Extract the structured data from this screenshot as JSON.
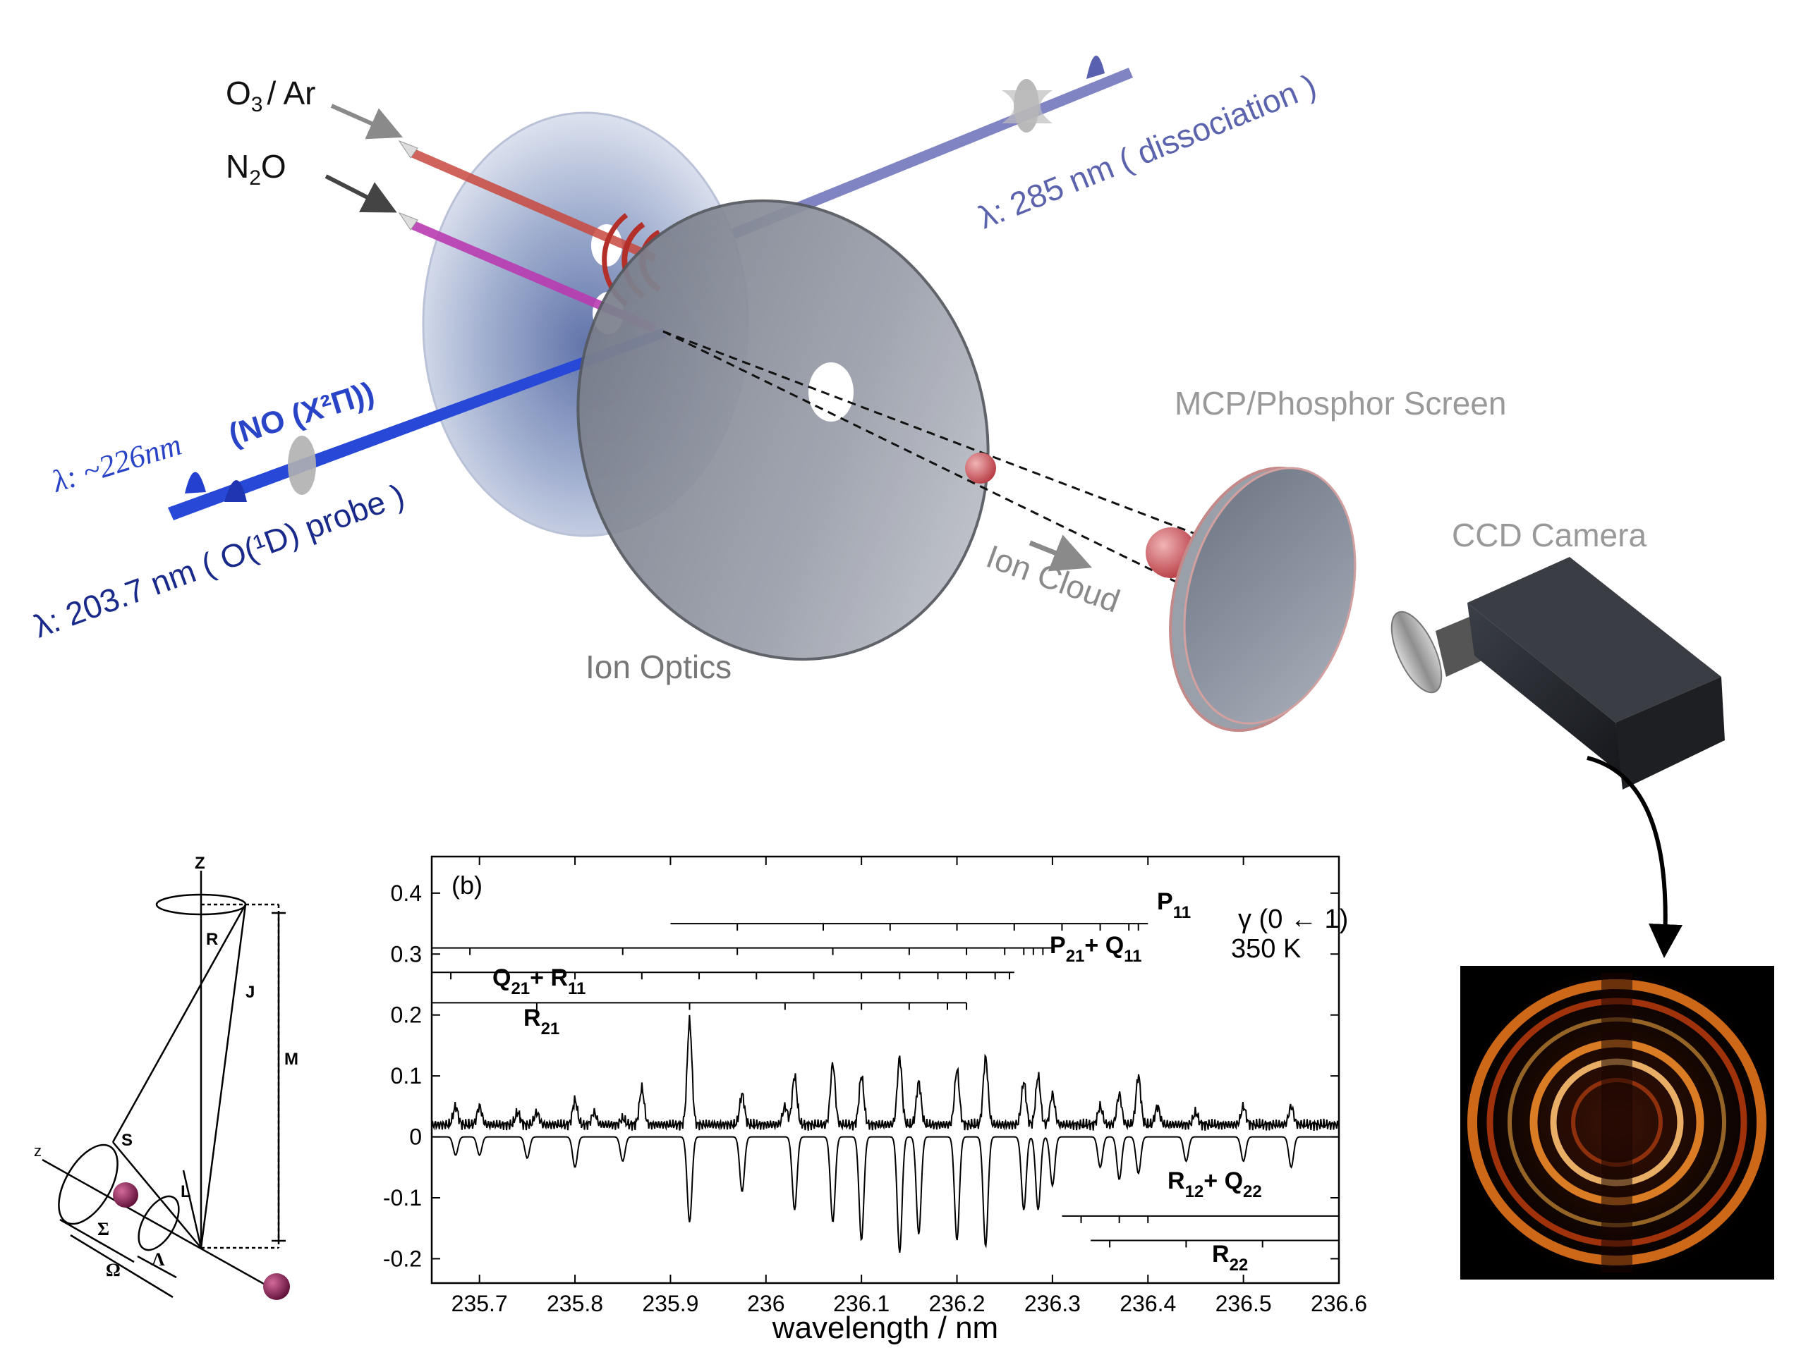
{
  "apparatus": {
    "gas_o3": {
      "main": "O",
      "sub": "3",
      "rest": "/ Ar"
    },
    "gas_n2o": {
      "main": "N",
      "sub": "2",
      "rest": "O"
    },
    "laser_diss": "λ: 285 nm ( dissociation )",
    "laser_no_prefix": "λ: ~226nm",
    "laser_no_species": "(NO (X²Π))",
    "laser_o1d": "λ: 203.7 nm ( O(¹D) probe )",
    "ion_optics": "Ion Optics",
    "ion_cloud": "Ion Cloud",
    "mcp": "MCP/Phosphor Screen",
    "ccd": "CCD Camera"
  },
  "vector_diagram": {
    "labels": [
      "Z",
      "R",
      "J",
      "M",
      "S",
      "L",
      "z",
      "Σ",
      "Ω",
      "Λ"
    ]
  },
  "chart_data": {
    "type": "line",
    "panel_label": "(b)",
    "xlabel": "wavelength / nm",
    "ylabel": "",
    "xlim": [
      235.65,
      236.6
    ],
    "ylim": [
      -0.24,
      0.46
    ],
    "x_ticks": [
      235.7,
      235.8,
      235.9,
      236,
      236.1,
      236.2,
      236.3,
      236.4,
      236.5,
      236.6
    ],
    "x_tick_labels": [
      "235.7",
      "235.8",
      "235.9",
      "236",
      "236.1",
      "236.2",
      "236.3",
      "236.4",
      "236.5",
      "236.6"
    ],
    "y_ticks": [
      0.4,
      0.3,
      0.2,
      0.1,
      0,
      -0.1,
      -0.2
    ],
    "y_tick_labels": [
      "0.4",
      "0.3",
      "0.2",
      "0.1",
      "0",
      "-0.1",
      "-0.2"
    ],
    "annotations": {
      "band": "γ (0 ← 1)",
      "temp": "350 K"
    },
    "branches": [
      {
        "base": "P",
        "sub1": "11",
        "y": 0.35,
        "x_start": 235.9,
        "x_end": 236.4,
        "ticks": [
          235.97,
          236.06,
          236.13,
          236.2,
          236.26,
          236.31,
          236.35,
          236.38,
          236.39
        ]
      },
      {
        "base": "P",
        "sub1": "21",
        "base2": "Q",
        "sub2": "11",
        "y": 0.31,
        "x_start": 235.65,
        "x_end": 236.3,
        "ticks": [
          235.69,
          235.85,
          235.97,
          236.07,
          236.15,
          236.21,
          236.25,
          236.27,
          236.28,
          236.29
        ]
      },
      {
        "base": "Q",
        "sub1": "21",
        "base2": "R",
        "sub2": "11",
        "y": 0.27,
        "x_start": 235.65,
        "x_end": 236.26,
        "ticks": [
          235.67,
          235.73,
          235.8,
          235.87,
          235.93,
          235.99,
          236.05,
          236.1,
          236.14,
          236.18,
          236.21,
          236.24,
          236.255
        ]
      },
      {
        "base": "R",
        "sub1": "21",
        "y": 0.22,
        "x_start": 235.65,
        "x_end": 236.21,
        "ticks": [
          235.76,
          235.92,
          236.02,
          236.1,
          236.15,
          236.19,
          236.21
        ]
      },
      {
        "base": "R",
        "sub1": "12",
        "base2": "Q",
        "sub2": "22",
        "y": -0.13,
        "x_start": 236.31,
        "x_end": 236.6,
        "ticks": [
          236.33,
          236.37,
          236.4
        ]
      },
      {
        "base": "R",
        "sub1": "22",
        "y": -0.17,
        "x_start": 236.34,
        "x_end": 236.6,
        "ticks": [
          236.36,
          236.44,
          236.52
        ]
      }
    ],
    "series": [
      {
        "name": "",
        "baseline": 0.02,
        "peaks": [
          [
            235.675,
            0.05
          ],
          [
            235.7,
            0.05
          ],
          [
            235.74,
            0.04
          ],
          [
            235.76,
            0.04
          ],
          [
            235.8,
            0.06
          ],
          [
            235.82,
            0.04
          ],
          [
            235.85,
            0.03
          ],
          [
            235.87,
            0.08
          ],
          [
            235.92,
            0.19
          ],
          [
            235.975,
            0.07
          ],
          [
            236.02,
            0.05
          ],
          [
            236.03,
            0.1
          ],
          [
            236.07,
            0.12
          ],
          [
            236.1,
            0.1
          ],
          [
            236.14,
            0.13
          ],
          [
            236.16,
            0.09
          ],
          [
            236.2,
            0.11
          ],
          [
            236.23,
            0.13
          ],
          [
            236.27,
            0.09
          ],
          [
            236.285,
            0.1
          ],
          [
            236.3,
            0.07
          ],
          [
            236.35,
            0.05
          ],
          [
            236.37,
            0.07
          ],
          [
            236.39,
            0.1
          ],
          [
            236.41,
            0.05
          ],
          [
            236.45,
            0.04
          ],
          [
            236.5,
            0.05
          ],
          [
            236.55,
            0.05
          ]
        ]
      },
      {
        "name": "",
        "baseline": 0.0,
        "peaks": [
          [
            235.675,
            -0.03
          ],
          [
            235.7,
            -0.03
          ],
          [
            235.75,
            -0.035
          ],
          [
            235.8,
            -0.05
          ],
          [
            235.85,
            -0.04
          ],
          [
            235.92,
            -0.14
          ],
          [
            235.975,
            -0.09
          ],
          [
            236.03,
            -0.12
          ],
          [
            236.07,
            -0.14
          ],
          [
            236.1,
            -0.17
          ],
          [
            236.14,
            -0.19
          ],
          [
            236.16,
            -0.16
          ],
          [
            236.2,
            -0.17
          ],
          [
            236.23,
            -0.18
          ],
          [
            236.27,
            -0.12
          ],
          [
            236.285,
            -0.12
          ],
          [
            236.3,
            -0.08
          ],
          [
            236.35,
            -0.05
          ],
          [
            236.37,
            -0.07
          ],
          [
            236.39,
            -0.06
          ],
          [
            236.44,
            -0.04
          ],
          [
            236.5,
            -0.04
          ],
          [
            236.55,
            -0.05
          ]
        ]
      }
    ]
  }
}
